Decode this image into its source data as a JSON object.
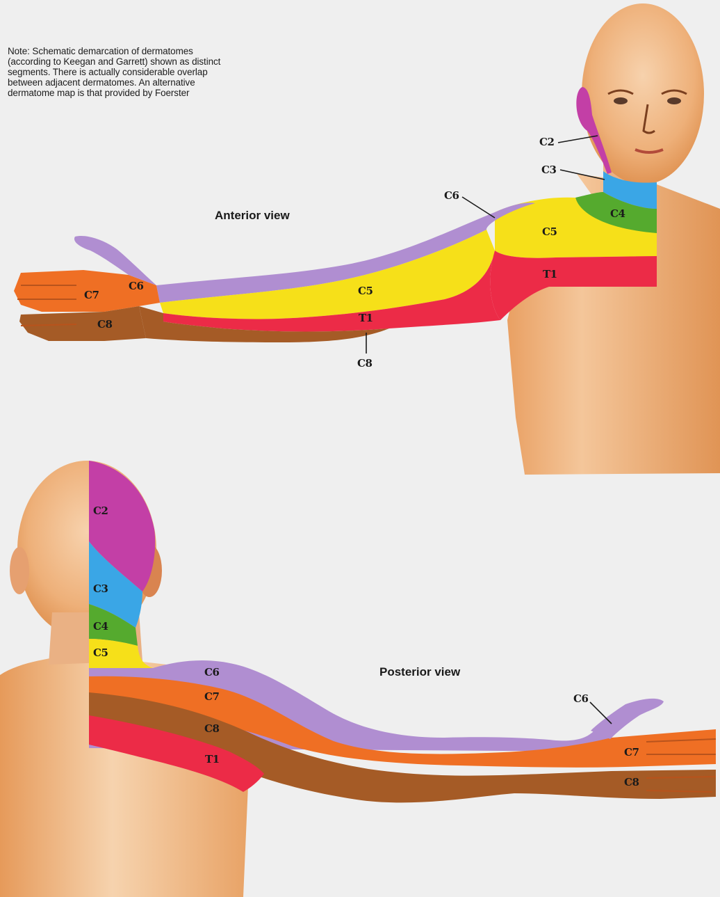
{
  "note": {
    "lines": [
      "Note: Schematic demarcation of dermatomes",
      "(according to Keegan and Garrett) shown as distinct",
      "segments. There is actually considerable overlap",
      "between adjacent dermatomes. An alternative",
      "dermatome map is that provided by Foerster"
    ]
  },
  "anterior": {
    "title": "Anterior view",
    "labels": {
      "c2": "C2",
      "c3": "C3",
      "c4": "C4",
      "c5_shoulder": "C5",
      "c6_upper": "C6",
      "t1_chest": "T1",
      "c5_forearm": "C5",
      "t1_forearm": "T1",
      "c8_arm": "C8",
      "c6_thumb": "C6",
      "c7_hand": "C7",
      "c8_hand": "C8"
    }
  },
  "posterior": {
    "title": "Posterior view",
    "labels": {
      "c2": "C2",
      "c3": "C3",
      "c4": "C4",
      "c5": "C5",
      "c6_band": "C6",
      "c7_band": "C7",
      "c8_band": "C8",
      "t1_band": "T1",
      "c6_thumb": "C6",
      "c7_hand": "C7",
      "c8_hand": "C8"
    }
  },
  "colors": {
    "background": "#efefef",
    "skin": "#f0b98a",
    "skin_shade": "#dd8b4f",
    "c2": "#c33fa6",
    "c3": "#3aa6e6",
    "c4": "#55aa2e",
    "c5": "#f6e019",
    "c6": "#b08ed1",
    "c7": "#ef6f24",
    "c8": "#a55b26",
    "t1": "#ec2b47"
  }
}
